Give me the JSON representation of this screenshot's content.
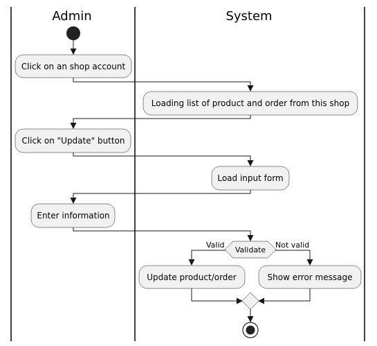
{
  "swimlanes": {
    "admin": {
      "title": "Admin"
    },
    "system": {
      "title": "System"
    }
  },
  "activities": {
    "click_shop": "Click on an shop account",
    "loading_list": "Loading list of product and order from this shop",
    "click_update": "Click on \"Update\" button",
    "load_form": "Load input form",
    "enter_info": "Enter information",
    "update": "Update product/order",
    "show_error": "Show error message"
  },
  "decision": {
    "label": "Validate",
    "valid_branch": "Valid",
    "invalid_branch": "Not valid"
  },
  "colors": {
    "activity_fill": "#f1f1f1",
    "line": "#181818",
    "start_node": "#222222"
  }
}
